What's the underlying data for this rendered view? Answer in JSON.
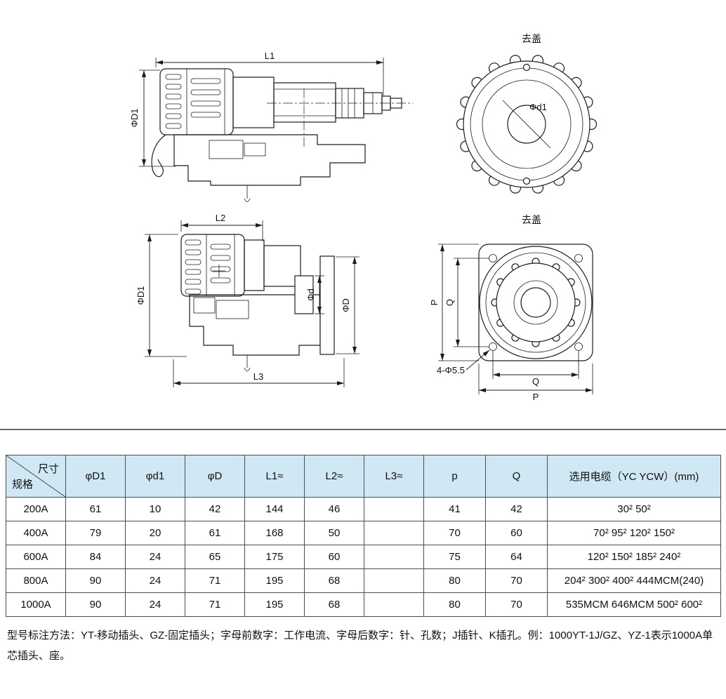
{
  "colors": {
    "header_bg": "#cfe8f4",
    "line": "#1c1c1c",
    "border": "#4d4d4d"
  },
  "drawings": {
    "view1": {
      "l1": "L1",
      "d1": "ΦD1"
    },
    "view2": {
      "title": "去盖",
      "d1": "Φd1"
    },
    "view3": {
      "l2": "L2",
      "d1": "ΦD1",
      "d": "Φd",
      "D": "ΦD",
      "l3": "L3"
    },
    "view4": {
      "title": "去盖",
      "p_left": "P",
      "q_left": "Q",
      "q_bottom": "Q",
      "p_bottom": "P",
      "holes": "4-Φ5.5"
    }
  },
  "table": {
    "corner": {
      "top": "尺寸",
      "bottom": "规格"
    },
    "columns": [
      "φD1",
      "φd1",
      "φD",
      "L1≈",
      "L2≈",
      "L3≈",
      "p",
      "Q",
      "选用电缆（YC YCW）(mm)"
    ],
    "rows": [
      {
        "spec": "200A",
        "phiD1": "61",
        "phid1": "10",
        "phiD": "42",
        "L1": "144",
        "L2": "46",
        "L3": "",
        "p": "41",
        "Q": "42",
        "cable": "30² 50²"
      },
      {
        "spec": "400A",
        "phiD1": "79",
        "phid1": "20",
        "phiD": "61",
        "L1": "168",
        "L2": "50",
        "L3": "",
        "p": "70",
        "Q": "60",
        "cable": "70² 95² 120² 150²"
      },
      {
        "spec": "600A",
        "phiD1": "84",
        "phid1": "24",
        "phiD": "65",
        "L1": "175",
        "L2": "60",
        "L3": "",
        "p": "75",
        "Q": "64",
        "cable": "120² 150² 185² 240²"
      },
      {
        "spec": "800A",
        "phiD1": "90",
        "phid1": "24",
        "phiD": "71",
        "L1": "195",
        "L2": "68",
        "L3": "",
        "p": "80",
        "Q": "70",
        "cable": "204² 300² 400² 444MCM(240)"
      },
      {
        "spec": "1000A",
        "phiD1": "90",
        "phid1": "24",
        "phiD": "71",
        "L1": "195",
        "L2": "68",
        "L3": "",
        "p": "80",
        "Q": "70",
        "cable": "535MCM 646MCM 500² 600²"
      }
    ]
  },
  "note": "型号标注方法：YT-移动插头、GZ-固定插头；字母前数字：工作电流、字母后数字：针、孔数；J插针、K插孔。例：1000YT-1J/GZ、YZ-1表示1000A单芯插头、座。"
}
